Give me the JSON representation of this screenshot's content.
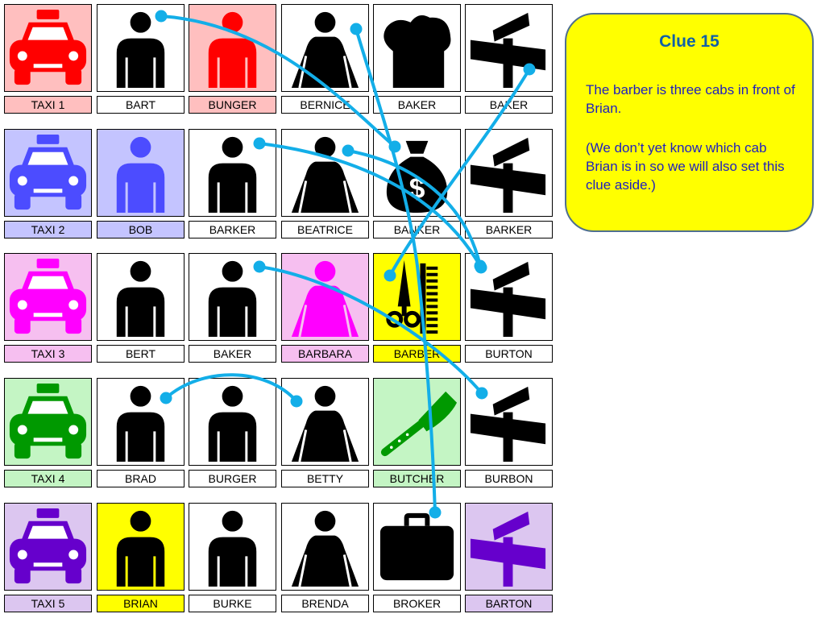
{
  "clue": {
    "title": "Clue 15",
    "text": "The barber is three cabs in front of Brian.",
    "note": "(We don’t yet know which cab Brian is in so we will also set this clue aside.)"
  },
  "colors": {
    "row_taxi1": "#ff0000",
    "row_taxi2": "#4c4cff",
    "row_taxi3": "#ff00ff",
    "row_taxi4": "#009900",
    "row_taxi5": "#6600cc",
    "line": "#13aee8",
    "clue_bg": "#ffff00",
    "clue_title": "#1060a8",
    "clue_text": "#1f1fbf"
  },
  "rows": [
    {
      "taxi": "TAXI 1",
      "taxi_color": "#ff0000",
      "tint": "#ffbfbf",
      "cells": [
        {
          "label": "BART",
          "icon": "man-icon",
          "fill": "#ffffff",
          "icon_color": "#000000",
          "label_fill": "#ffffff"
        },
        {
          "label": "BUNGER",
          "icon": "man-icon",
          "fill": "#ffbfbf",
          "icon_color": "#ff0000",
          "label_fill": "#ffbfbf"
        },
        {
          "label": "BERNICE",
          "icon": "woman-icon",
          "fill": "#ffffff",
          "icon_color": "#000000",
          "label_fill": "#ffffff"
        },
        {
          "label": "BAKER",
          "icon": "bread-icon",
          "fill": "#ffffff",
          "icon_color": "#000000",
          "label_fill": "#ffffff"
        },
        {
          "label": "BAKER",
          "icon": "street-sign-icon",
          "fill": "#ffffff",
          "icon_color": "#000000",
          "label_fill": "#ffffff"
        }
      ]
    },
    {
      "taxi": "TAXI 2",
      "taxi_color": "#4c4cff",
      "tint": "#c4c4ff",
      "cells": [
        {
          "label": "BOB",
          "icon": "man-icon",
          "fill": "#c4c4ff",
          "icon_color": "#4c4cff",
          "label_fill": "#c4c4ff"
        },
        {
          "label": "BARKER",
          "icon": "man-icon",
          "fill": "#ffffff",
          "icon_color": "#000000",
          "label_fill": "#ffffff"
        },
        {
          "label": "BEATRICE",
          "icon": "woman-icon",
          "fill": "#ffffff",
          "icon_color": "#000000",
          "label_fill": "#ffffff"
        },
        {
          "label": "BANKER",
          "icon": "money-bag-icon",
          "fill": "#ffffff",
          "icon_color": "#000000",
          "label_fill": "#ffffff"
        },
        {
          "label": "BARKER",
          "icon": "street-sign-icon",
          "fill": "#ffffff",
          "icon_color": "#000000",
          "label_fill": "#ffffff"
        }
      ]
    },
    {
      "taxi": "TAXI 3",
      "taxi_color": "#ff00ff",
      "tint": "#f6bff0",
      "cells": [
        {
          "label": "BERT",
          "icon": "man-icon",
          "fill": "#ffffff",
          "icon_color": "#000000",
          "label_fill": "#ffffff"
        },
        {
          "label": "BAKER",
          "icon": "man-icon",
          "fill": "#ffffff",
          "icon_color": "#000000",
          "label_fill": "#ffffff"
        },
        {
          "label": "BARBARA",
          "icon": "woman-icon",
          "fill": "#f6bff0",
          "icon_color": "#ff00ff",
          "label_fill": "#f6bff0"
        },
        {
          "label": "BARBER",
          "icon": "barber-icon",
          "fill": "#ffff00",
          "icon_color": "#000000",
          "label_fill": "#ffff00"
        },
        {
          "label": "BURTON",
          "icon": "street-sign-icon",
          "fill": "#ffffff",
          "icon_color": "#000000",
          "label_fill": "#ffffff"
        }
      ]
    },
    {
      "taxi": "TAXI 4",
      "taxi_color": "#009900",
      "tint": "#c4f5c4",
      "cells": [
        {
          "label": "BRAD",
          "icon": "man-icon",
          "fill": "#ffffff",
          "icon_color": "#000000",
          "label_fill": "#ffffff"
        },
        {
          "label": "BURGER",
          "icon": "man-icon",
          "fill": "#ffffff",
          "icon_color": "#000000",
          "label_fill": "#ffffff"
        },
        {
          "label": "BETTY",
          "icon": "woman-icon",
          "fill": "#ffffff",
          "icon_color": "#000000",
          "label_fill": "#ffffff"
        },
        {
          "label": "BUTCHER",
          "icon": "cleaver-icon",
          "fill": "#c4f5c4",
          "icon_color": "#009900",
          "label_fill": "#c4f5c4"
        },
        {
          "label": "BURBON",
          "icon": "street-sign-icon",
          "fill": "#ffffff",
          "icon_color": "#000000",
          "label_fill": "#ffffff"
        }
      ]
    },
    {
      "taxi": "TAXI 5",
      "taxi_color": "#6600cc",
      "tint": "#dcc6f0",
      "cells": [
        {
          "label": "BRIAN",
          "icon": "man-icon",
          "fill": "#ffff00",
          "icon_color": "#000000",
          "label_fill": "#ffff00"
        },
        {
          "label": "BURKE",
          "icon": "man-icon",
          "fill": "#ffffff",
          "icon_color": "#000000",
          "label_fill": "#ffffff"
        },
        {
          "label": "BRENDA",
          "icon": "woman-icon",
          "fill": "#ffffff",
          "icon_color": "#000000",
          "label_fill": "#ffffff"
        },
        {
          "label": "BROKER",
          "icon": "briefcase-icon",
          "fill": "#ffffff",
          "icon_color": "#000000",
          "label_fill": "#ffffff"
        },
        {
          "label": "BARTON",
          "icon": "street-sign-icon",
          "fill": "#dcc6f0",
          "icon_color": "#6600cc",
          "label_fill": "#dcc6f0"
        }
      ]
    }
  ]
}
